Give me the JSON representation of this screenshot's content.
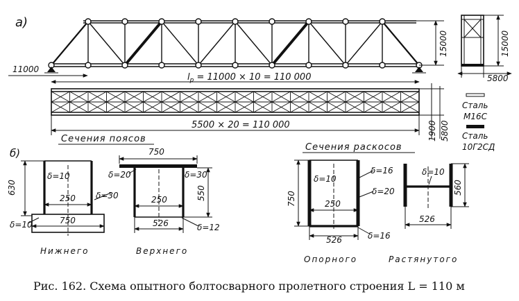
{
  "panel_a_label": "а)",
  "panel_b_label": "б)",
  "truss": {
    "support_left_dim": "11000",
    "span_formula": "l_p = 11000 × 10 = 110 000",
    "span_formula_prefix": "l",
    "span_formula_sub": "p",
    "span_formula_rest": " = 11000 × 10 = 110 000",
    "height_dim": "15000",
    "end_view_height_dim": "15000",
    "end_view_width_dim": "5800",
    "plan_total_formula": "5500 × 20 = 110 000",
    "plan_dim_1900": "1900",
    "plan_dim_5800": "5800"
  },
  "legend": {
    "steel_m16s_line1": "Сталь",
    "steel_m16s_line2": "М16С",
    "steel_10g2sd_line1": "Сталь",
    "steel_10g2sd_line2": "10Г2СД"
  },
  "chord_sections": {
    "heading": "Сечения поясов",
    "lower": {
      "caption": "Нижнего",
      "height": "630",
      "web_thickness": "δ=10",
      "inner_width": "250",
      "flange_thickness": "δ=30",
      "bottom_plate_thickness": "δ=10",
      "bottom_width": "750"
    },
    "upper": {
      "caption": "Верхнего",
      "top_width": "750",
      "top_plate_thickness": "δ=20",
      "side_thickness": "δ=30",
      "height": "550",
      "inner_width": "250",
      "outer_width": "526",
      "bottom_thickness": "δ=12"
    }
  },
  "diagonal_sections": {
    "heading": "Сечения раскосов",
    "support": {
      "caption": "Опорного",
      "height": "750",
      "web_thickness": "δ=10",
      "side_thickness": "δ=16",
      "flange_thickness": "δ=20",
      "inner_width": "250",
      "outer_width": "526",
      "bottom_thickness": "δ=16"
    },
    "tension": {
      "caption": "Растянутого",
      "web_thickness": "δ=10",
      "height": "560",
      "width": "526"
    }
  },
  "caption": "Рис. 162. Схема опытного болтосварного пролетного строения L = 110 м"
}
